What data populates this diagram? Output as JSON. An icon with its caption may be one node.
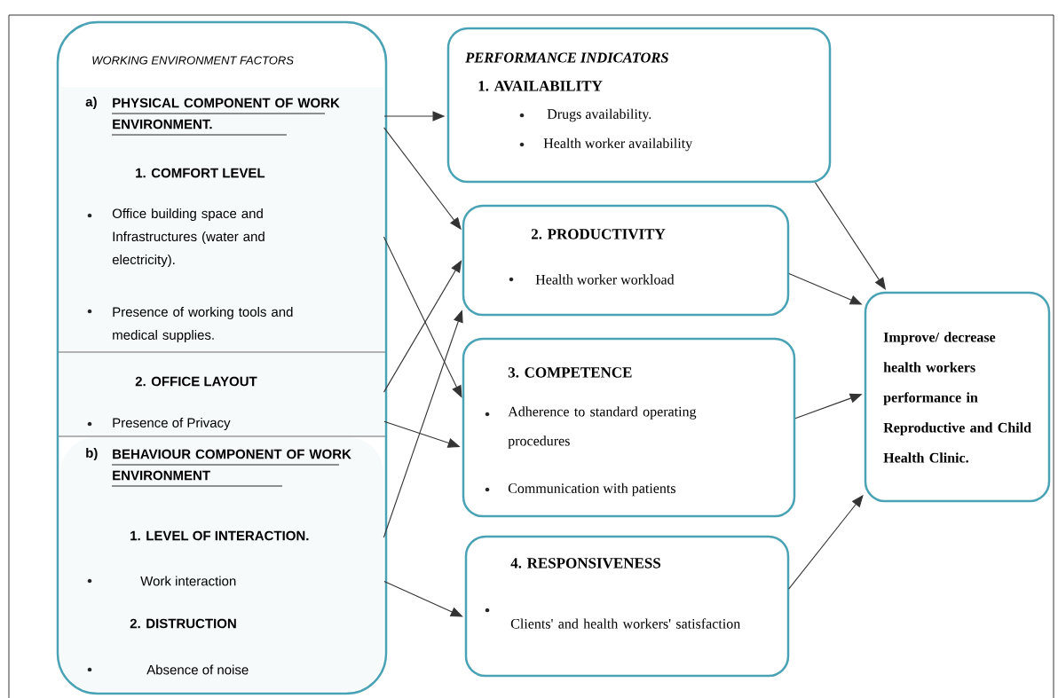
{
  "diagram": {
    "nodes": [
      {
        "text": [
          "WORKING ENVIRONMENT FACTORS"
        ]
      },
      {
        "text": [
          "a)",
          "PHYSICAL COMPONENT OF WORK ENVIRONMENT.",
          "1. COMFORT LEVEL",
          "Office building space and Infrastructures (water and electricity).",
          "Presence of working tools and medical supplies."
        ],
        "in": 0
      },
      {
        "text": [
          "2. OFFICE LAYOUT",
          "Presence  of Privacy"
        ],
        "in": 0
      },
      {
        "text": [
          "b)",
          "BEHAVIOUR COMPONENT OF WORK ENVIRONMENT",
          "1. LEVEL OF INTERACTION.",
          "Work interaction",
          "2. DISTRUCTION",
          "Absence of noise"
        ],
        "in": 0
      },
      {
        "text": [
          "PERFORMANCE INDICATORS",
          "1. AVAILABILITY",
          "Drugs availability.",
          "Health worker availability"
        ]
      },
      {
        "text": [
          "2. PRODUCTIVITY",
          "Health worker workload"
        ]
      },
      {
        "text": [
          "3. COMPETENCE",
          "Adherence to standard operating procedures",
          "Communication with patients"
        ]
      },
      {
        "text": [
          "4. RESPONSIVENESS",
          "Clients'  and health workers' satisfaction"
        ]
      },
      {
        "text": [
          "Improve/ decrease health workers performance in Reproductive and Child Health Clinic."
        ]
      }
    ],
    "edges": [
      {
        "from": 1,
        "to": 4,
        "arrow": "to"
      },
      {
        "from": 1,
        "to": 5,
        "arrow": "to"
      },
      {
        "from": 1,
        "to": 6,
        "arrow": "to"
      },
      {
        "from": 2,
        "to": 5,
        "arrow": "to"
      },
      {
        "from": 2,
        "to": 6,
        "arrow": "to"
      },
      {
        "from": 3,
        "to": 5,
        "arrow": "to"
      },
      {
        "from": 3,
        "to": 7,
        "arrow": "to"
      },
      {
        "from": 4,
        "to": 8,
        "arrow": "to"
      },
      {
        "from": 5,
        "to": 8,
        "arrow": "to"
      },
      {
        "from": 6,
        "to": 8,
        "arrow": "to"
      },
      {
        "from": 7,
        "to": 8,
        "arrow": "to"
      }
    ]
  }
}
